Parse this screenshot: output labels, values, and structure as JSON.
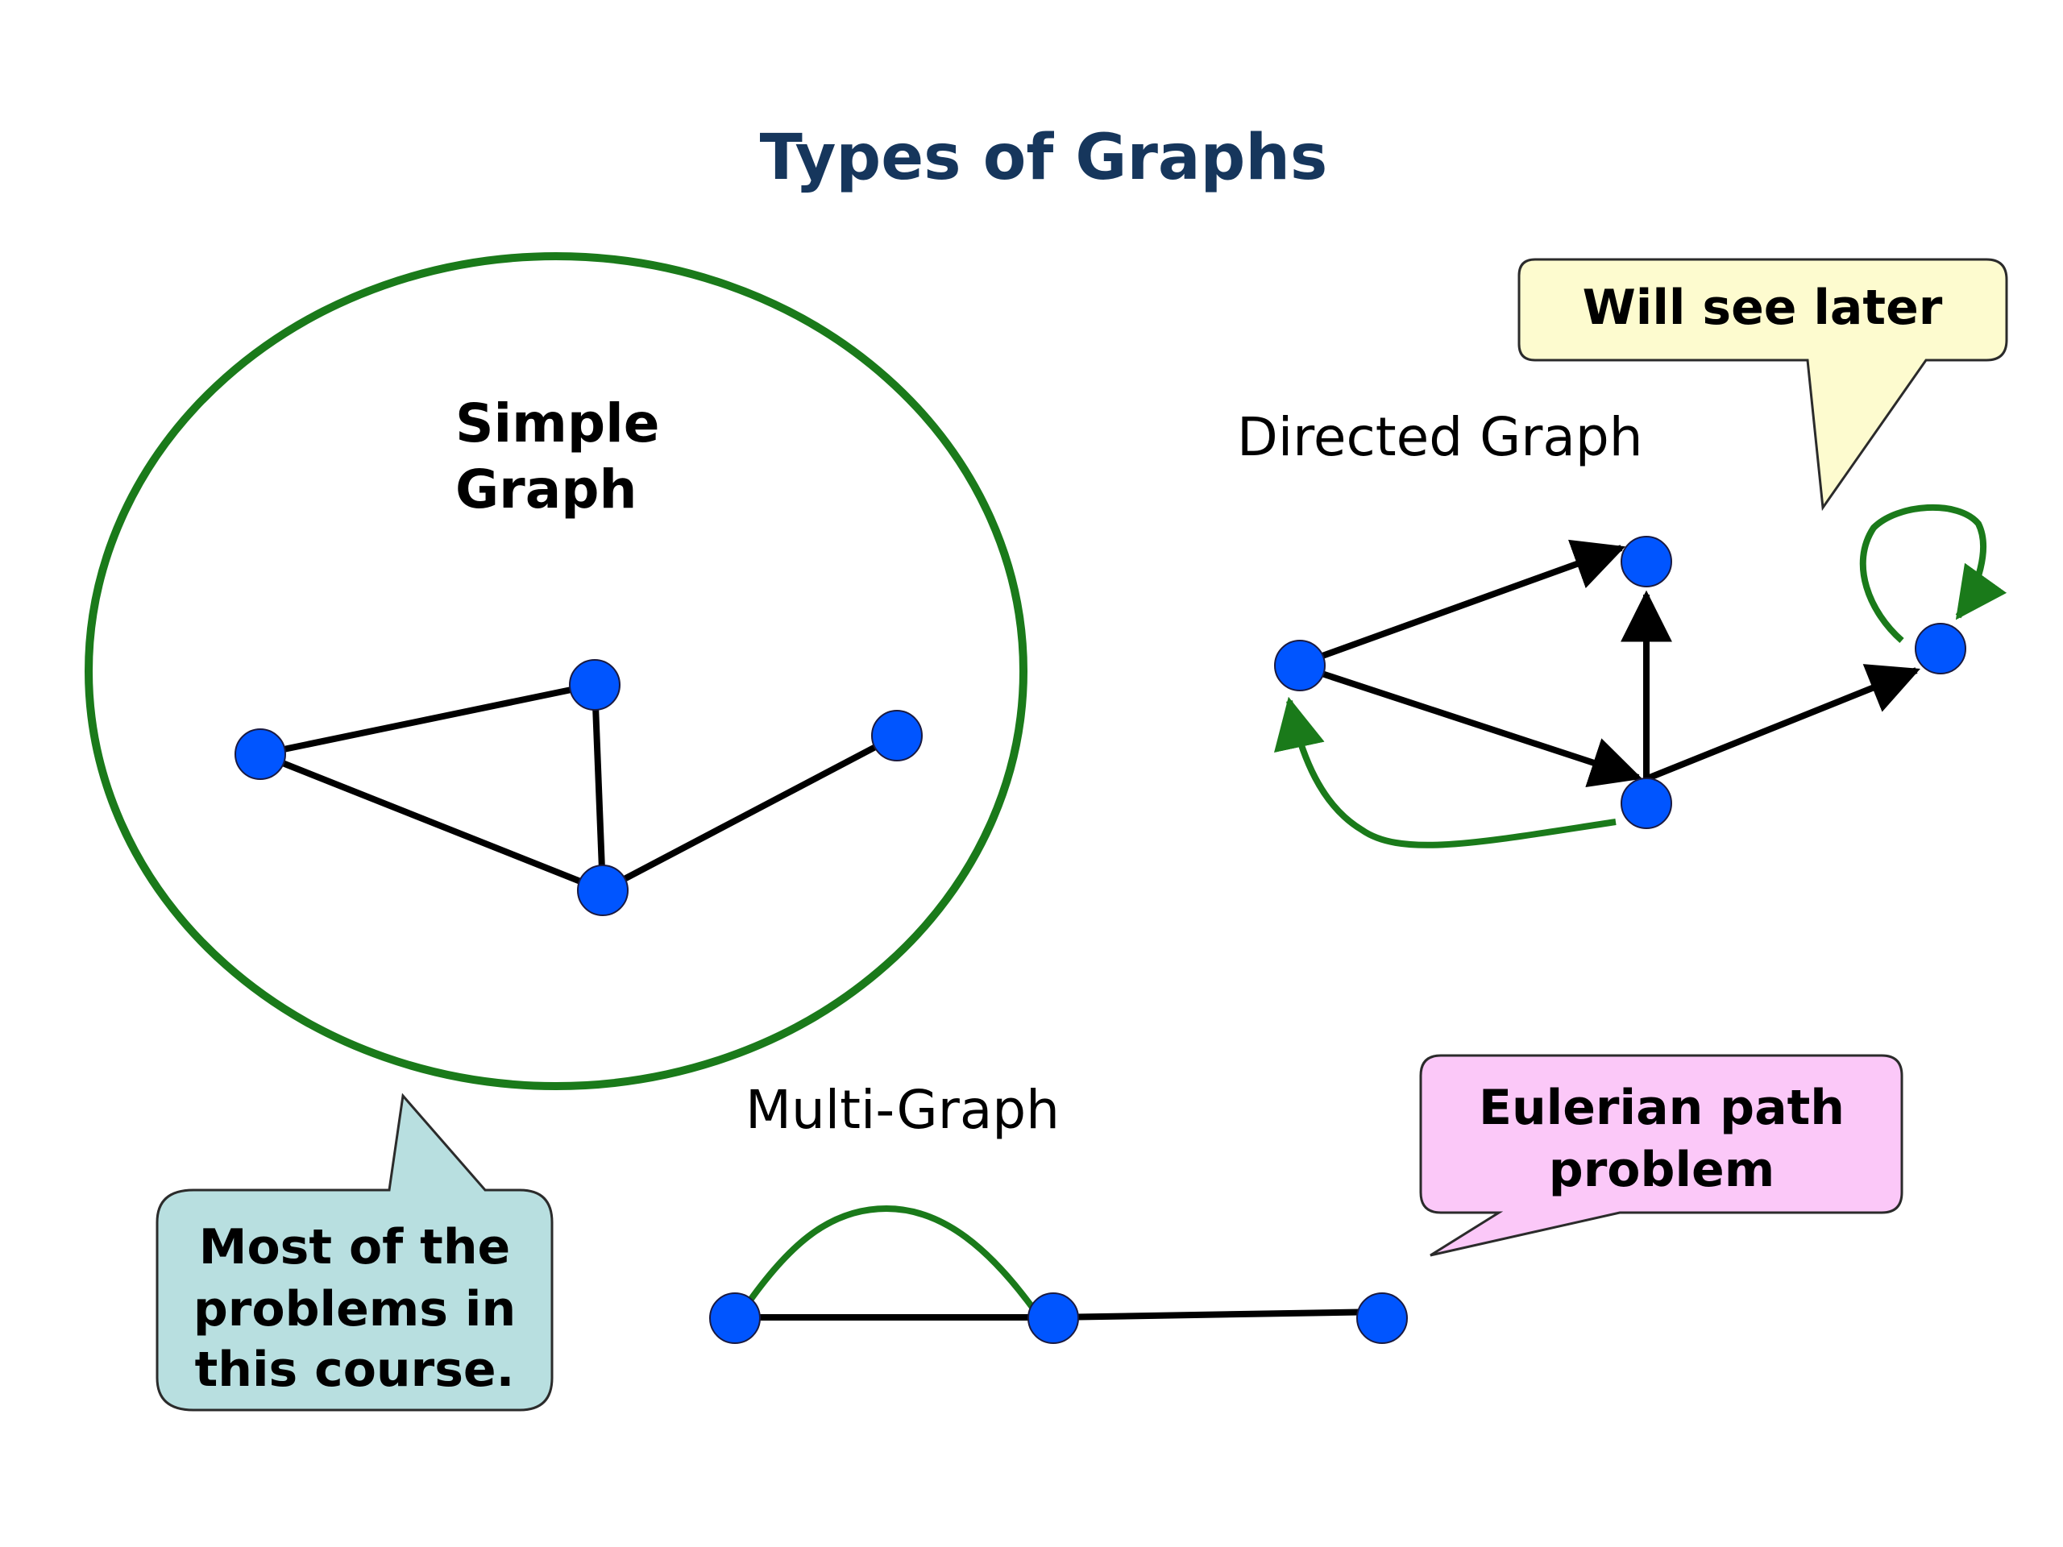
{
  "title": "Types of Graphs",
  "simple_graph": {
    "label_line1": "Simple",
    "label_line2": "Graph"
  },
  "directed_graph": {
    "label": "Directed Graph"
  },
  "multi_graph": {
    "label": "Multi-Graph"
  },
  "callouts": {
    "will_see_later": "Will see later",
    "most_problems": [
      "Most of the",
      "problems in",
      "this course."
    ],
    "eulerian": [
      "Eulerian path",
      "problem"
    ]
  },
  "colors": {
    "node": "#0055ff",
    "edge": "#000000",
    "highlight": "#1a7a1a",
    "title": "#16365c",
    "callout_yellow": "#fdfbcf",
    "callout_teal": "#b8dfe0",
    "callout_pink": "#fbc8f8"
  }
}
